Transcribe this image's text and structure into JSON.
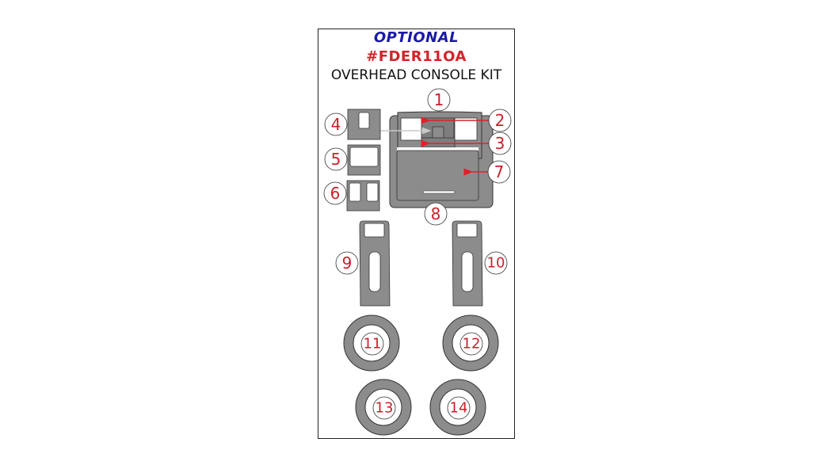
{
  "header": {
    "optional_label": "OPTIONAL",
    "part_number": "#FDER11OA",
    "kit_name": "OVERHEAD CONSOLE KIT"
  },
  "colors": {
    "optional_text": "#1a1aa8",
    "part_number_text": "#d4232a",
    "callout_text": "#cc1f2a",
    "part_fill": "#8c8c8c",
    "border": "#222222"
  },
  "callouts": [
    {
      "number": "1",
      "part": "overhead-console-top"
    },
    {
      "number": "2",
      "part": "console-upper-center-insert"
    },
    {
      "number": "3",
      "part": "console-lower-center-insert"
    },
    {
      "number": "4",
      "part": "single-switch-bezel"
    },
    {
      "number": "5",
      "part": "rectangular-bezel"
    },
    {
      "number": "6",
      "part": "dual-switch-bezel"
    },
    {
      "number": "7",
      "part": "console-lower-panel"
    },
    {
      "number": "8",
      "part": "overhead-console-frame"
    },
    {
      "number": "9",
      "part": "left-door-pull"
    },
    {
      "number": "10",
      "part": "right-door-pull"
    },
    {
      "number": "11",
      "part": "ring-11"
    },
    {
      "number": "12",
      "part": "ring-12"
    },
    {
      "number": "13",
      "part": "ring-13"
    },
    {
      "number": "14",
      "part": "ring-14"
    }
  ]
}
